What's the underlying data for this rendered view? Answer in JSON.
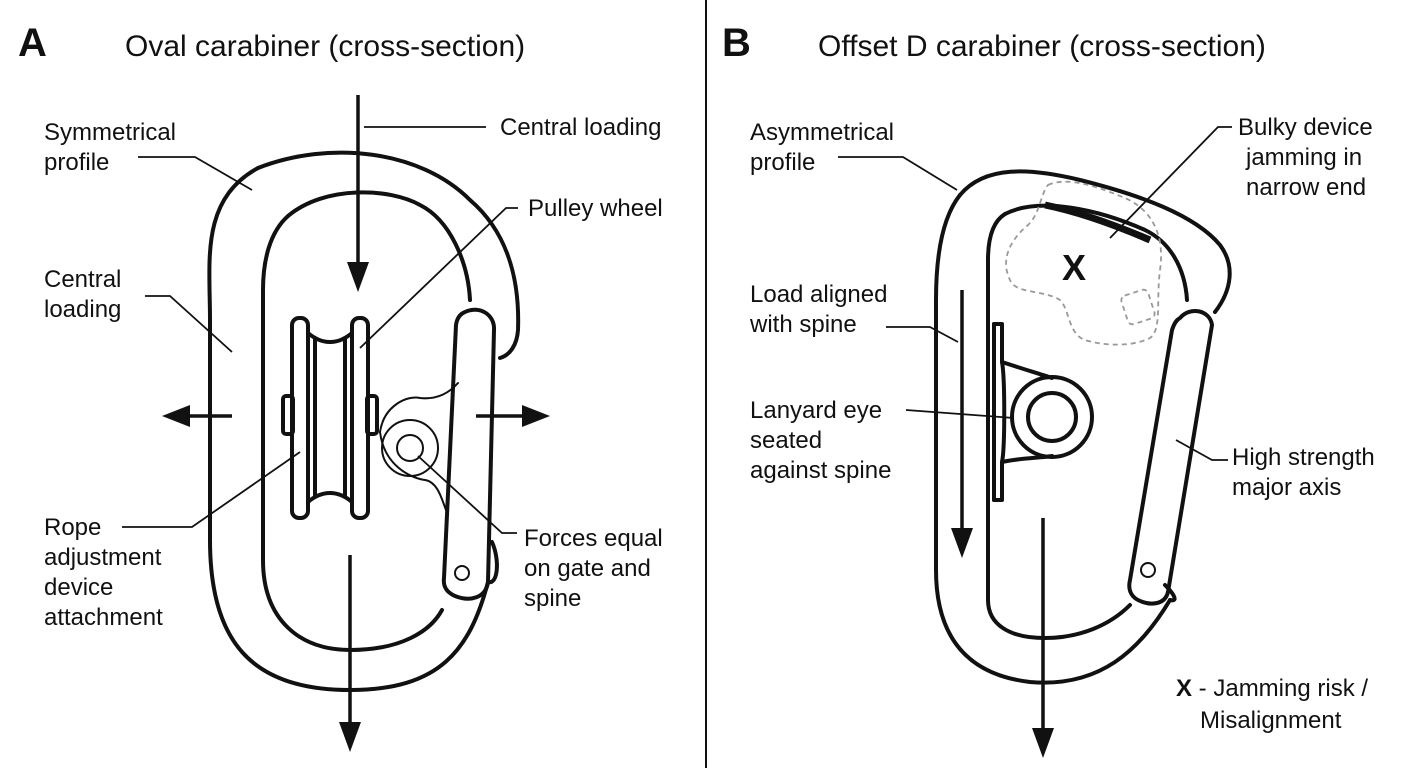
{
  "panel_a": {
    "letter": "A",
    "title": "Oval carabiner (cross-section)",
    "labels": {
      "symmetrical_profile": [
        "Symmetrical",
        "profile"
      ],
      "central_loading_top": [
        "Central loading"
      ],
      "pulley_wheel": [
        "Pulley wheel"
      ],
      "central_loading_left": [
        "Central",
        "loading"
      ],
      "rope_adjustment": [
        "Rope",
        "adjustment",
        "device",
        "attachment"
      ],
      "forces_equal": [
        "Forces equal",
        "on gate and",
        "spine"
      ]
    }
  },
  "panel_b": {
    "letter": "B",
    "title": "Offset D carabiner (cross-section)",
    "labels": {
      "asymmetrical_profile": [
        "Asymmetrical",
        "profile"
      ],
      "bulky_device": [
        "Bulky device",
        "jamming in",
        "narrow end"
      ],
      "load_aligned": [
        "Load aligned",
        "with spine"
      ],
      "lanyard_eye": [
        "Lanyard eye",
        "seated",
        "against spine"
      ],
      "high_strength": [
        "High strength",
        "major axis"
      ]
    },
    "x_marker": "X",
    "legend": {
      "symbol": "X",
      "line1": " - Jamming risk /",
      "line2": "Misalignment"
    }
  },
  "colors": {
    "ink": "#111111",
    "dashed_outline": "#999999",
    "background": "#ffffff"
  }
}
